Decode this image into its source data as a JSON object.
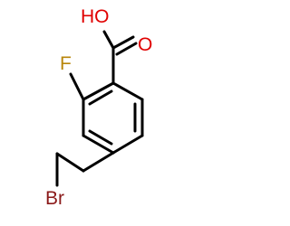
{
  "molecule": {
    "atoms": {
      "hydroxyl": {
        "label": "HO",
        "color": "#e00000"
      },
      "carbonyl_oxygen": {
        "label": "O",
        "color": "#e00000"
      },
      "fluorine": {
        "label": "F",
        "color": "#b8860b"
      },
      "bromine": {
        "label": "Br",
        "color": "#8b1a1a"
      }
    },
    "bond_color": "#000000"
  }
}
